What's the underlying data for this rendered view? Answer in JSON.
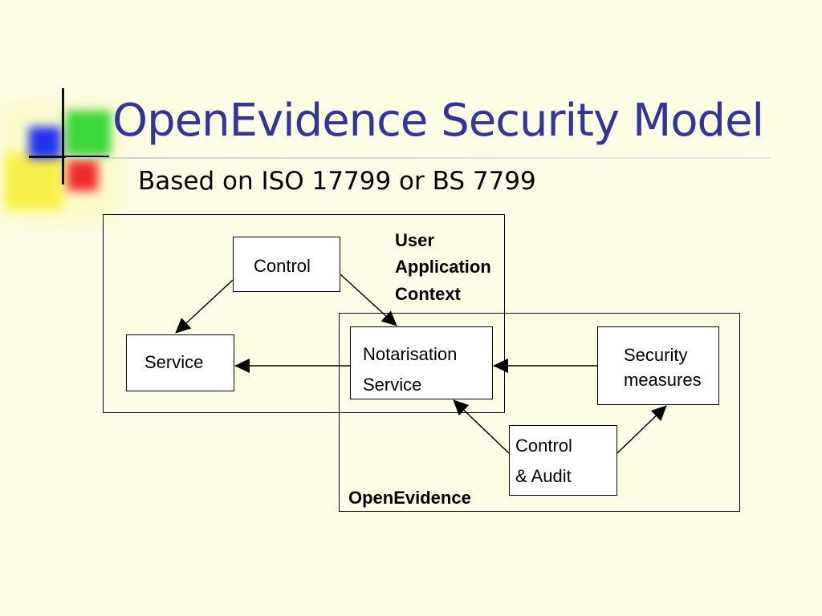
{
  "slide": {
    "title": "OpenEvidence Security Model",
    "subtitle": "Based on ISO 17799 or BS 7799"
  },
  "diagram": {
    "user_context_label": [
      "User",
      "Application",
      "Context"
    ],
    "openevidence_label": "OpenEvidence",
    "nodes": {
      "control": "Control",
      "service": "Service",
      "notarisation": [
        "Notarisation",
        "Service"
      ],
      "security": [
        "Security",
        "measures"
      ],
      "control_audit": [
        "Control",
        "& Audit"
      ]
    }
  },
  "icons": {
    "logo": "colored-squares-logo"
  },
  "colors": {
    "background": "#fdfde6",
    "title": "#333399",
    "text": "#000000"
  }
}
